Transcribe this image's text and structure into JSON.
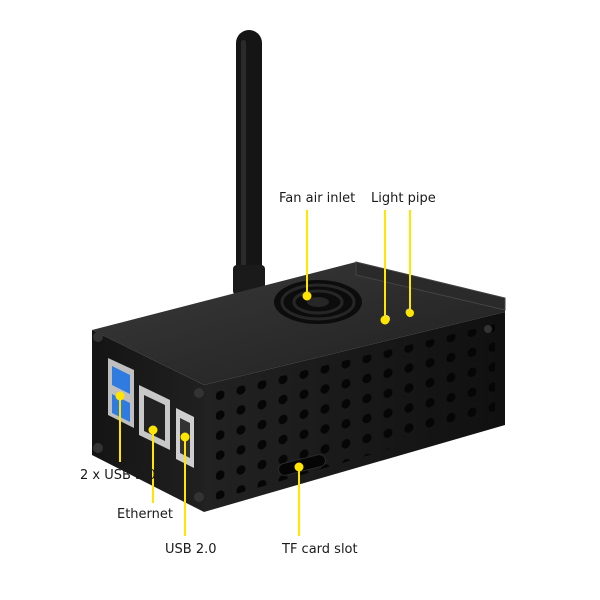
{
  "labels": {
    "fan_air_inlet": "Fan air inlet",
    "light_pipe": "Light pipe",
    "usb3": "2 x USB 3.0",
    "ethernet": "Ethernet",
    "usb2": "USB 2.0",
    "tf_card_slot": "TF card slot"
  },
  "colors": {
    "background": "#ffffff",
    "case": "#1b1b1b",
    "case_top": "#2b2b2b",
    "callout": "#ffe600",
    "usb3_blue": "#2f7be0",
    "text": "#1a1a1a"
  }
}
